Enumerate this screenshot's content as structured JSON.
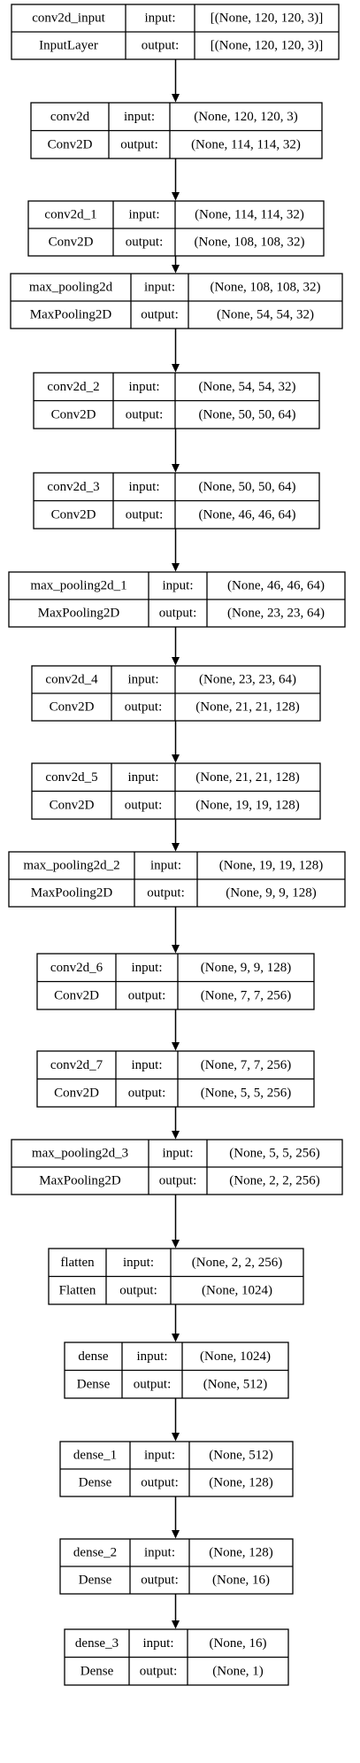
{
  "labels": {
    "input": "input:",
    "output": "output:"
  },
  "layers": [
    {
      "name": "conv2d_input",
      "type": "InputLayer",
      "input": "[(None, 120, 120, 3)]",
      "output": "[(None, 120, 120, 3)]"
    },
    {
      "name": "conv2d",
      "type": "Conv2D",
      "input": "(None, 120, 120, 3)",
      "output": "(None, 114, 114, 32)"
    },
    {
      "name": "conv2d_1",
      "type": "Conv2D",
      "input": "(None, 114, 114, 32)",
      "output": "(None, 108, 108, 32)"
    },
    {
      "name": "max_pooling2d",
      "type": "MaxPooling2D",
      "input": "(None, 108, 108, 32)",
      "output": "(None, 54, 54, 32)"
    },
    {
      "name": "conv2d_2",
      "type": "Conv2D",
      "input": "(None, 54, 54, 32)",
      "output": "(None, 50, 50, 64)"
    },
    {
      "name": "conv2d_3",
      "type": "Conv2D",
      "input": "(None, 50, 50, 64)",
      "output": "(None, 46, 46, 64)"
    },
    {
      "name": "max_pooling2d_1",
      "type": "MaxPooling2D",
      "input": "(None, 46, 46, 64)",
      "output": "(None, 23, 23, 64)"
    },
    {
      "name": "conv2d_4",
      "type": "Conv2D",
      "input": "(None, 23, 23, 64)",
      "output": "(None, 21, 21, 128)"
    },
    {
      "name": "conv2d_5",
      "type": "Conv2D",
      "input": "(None, 21, 21, 128)",
      "output": "(None, 19, 19, 128)"
    },
    {
      "name": "max_pooling2d_2",
      "type": "MaxPooling2D",
      "input": "(None, 19, 19, 128)",
      "output": "(None, 9, 9, 128)"
    },
    {
      "name": "conv2d_6",
      "type": "Conv2D",
      "input": "(None, 9, 9, 128)",
      "output": "(None, 7, 7, 256)"
    },
    {
      "name": "conv2d_7",
      "type": "Conv2D",
      "input": "(None, 7, 7, 256)",
      "output": "(None, 5, 5, 256)"
    },
    {
      "name": "max_pooling2d_3",
      "type": "MaxPooling2D",
      "input": "(None, 5, 5, 256)",
      "output": "(None, 2, 2, 256)"
    },
    {
      "name": "flatten",
      "type": "Flatten",
      "input": "(None, 2, 2, 256)",
      "output": "(None, 1024)"
    },
    {
      "name": "dense",
      "type": "Dense",
      "input": "(None, 1024)",
      "output": "(None, 512)"
    },
    {
      "name": "dense_1",
      "type": "Dense",
      "input": "(None, 512)",
      "output": "(None, 128)"
    },
    {
      "name": "dense_2",
      "type": "Dense",
      "input": "(None, 128)",
      "output": "(None, 16)"
    },
    {
      "name": "dense_3",
      "type": "Dense",
      "input": "(None, 16)",
      "output": "(None, 1)"
    }
  ]
}
